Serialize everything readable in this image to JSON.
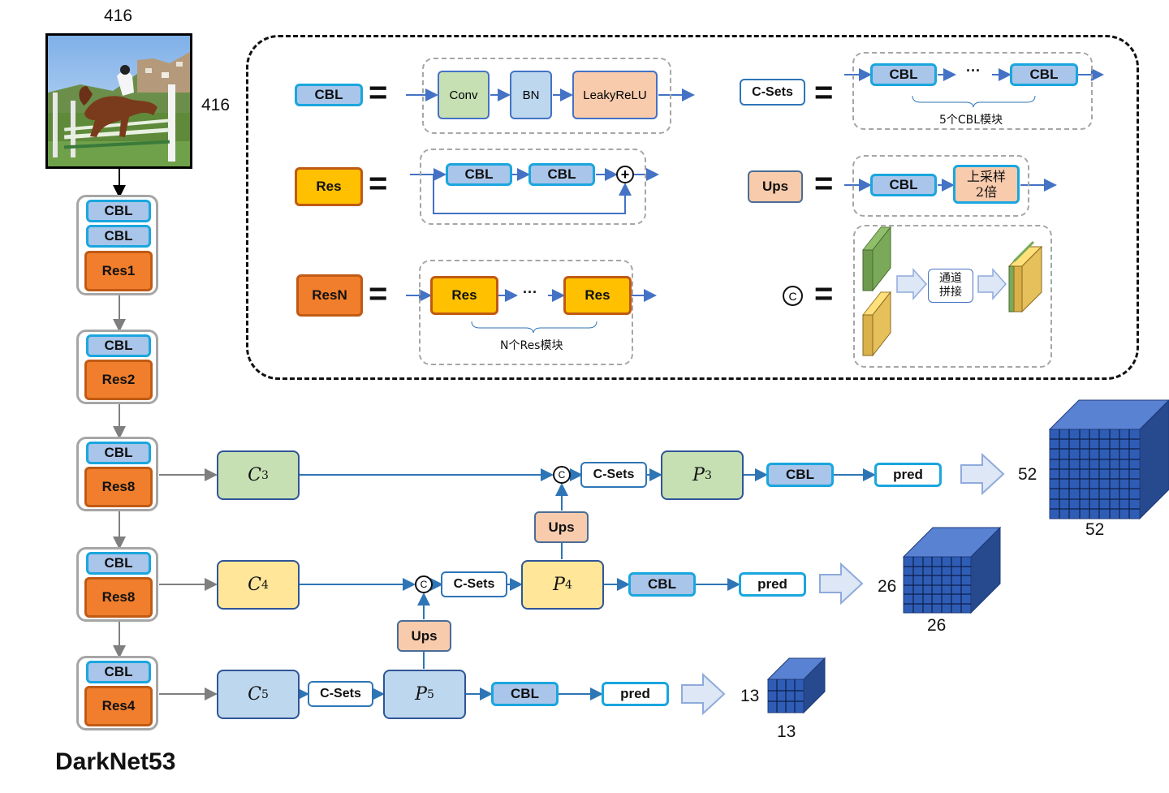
{
  "input": {
    "width_label": "416",
    "height_label": "416"
  },
  "backbone": {
    "title": "DarkNet53",
    "groups": [
      {
        "blocks": [
          "CBL",
          "CBL"
        ],
        "res": "Res1"
      },
      {
        "blocks": [
          "CBL"
        ],
        "res": "Res2"
      },
      {
        "blocks": [
          "CBL"
        ],
        "res": "Res8"
      },
      {
        "blocks": [
          "CBL"
        ],
        "res": "Res8"
      },
      {
        "blocks": [
          "CBL"
        ],
        "res": "Res4"
      }
    ]
  },
  "legend": {
    "cbl": {
      "name": "CBL",
      "eq": "=",
      "parts": [
        "Conv",
        "BN",
        "LeakyReLU"
      ]
    },
    "res": {
      "name": "Res",
      "eq": "=",
      "parts": [
        "CBL",
        "CBL"
      ],
      "add": "+"
    },
    "resn": {
      "name": "ResN",
      "eq": "=",
      "parts": [
        "Res",
        "···",
        "Res"
      ],
      "note": "N个Res模块"
    },
    "csets": {
      "name": "C-Sets",
      "eq": "=",
      "parts": [
        "CBL",
        "···",
        "CBL"
      ],
      "note": "5个CBL模块"
    },
    "ups": {
      "name": "Ups",
      "eq": "=",
      "parts": [
        "CBL",
        "上采样",
        "2倍"
      ]
    },
    "concat": {
      "name": "C",
      "eq": "=",
      "label_top": "通道",
      "label_bottom": "拼接"
    }
  },
  "neck": {
    "c3": "C",
    "c3_sub": "3",
    "c4": "C",
    "c4_sub": "4",
    "c5": "C",
    "c5_sub": "5",
    "p3": "P",
    "p3_sub": "3",
    "p4": "P",
    "p4_sub": "4",
    "p5": "P",
    "p5_sub": "5",
    "csets": "C-Sets",
    "ups": "Ups",
    "cbl": "CBL",
    "pred": "pred",
    "concat": "C"
  },
  "outputs": [
    {
      "side": "52",
      "bottom": "52"
    },
    {
      "side": "26",
      "bottom": "26"
    },
    {
      "side": "13",
      "bottom": "13"
    }
  ],
  "colors": {
    "cbl_fill": "#a9c5ea",
    "cbl_border": "#1aa6de",
    "res_fill": "#f07e2c",
    "res_yellow": "#ffc000",
    "ups_fill": "#f8cbad",
    "arrow": "#2e75b6",
    "c3_fill": "#c6e0b4",
    "c4_fill": "#ffe699",
    "c5_fill": "#bdd7ee",
    "cube_front": "#2f5db6",
    "cube_top": "#5a82d2",
    "cube_side": "#27498e"
  }
}
